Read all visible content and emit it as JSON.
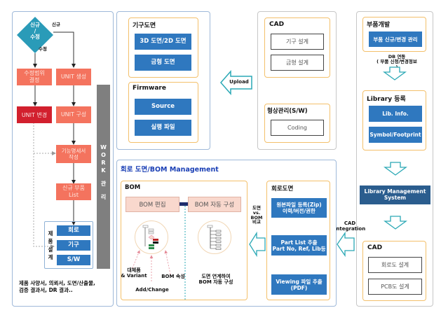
{
  "left_panel": {
    "decision": {
      "line1": "신규",
      "line2": "/",
      "line3": "수정"
    },
    "branch_new_label": "신규",
    "branch_edit_label": "수정",
    "steps": {
      "edit_scope": "수정범위 결정",
      "unit_change": "UNIT 변경",
      "unit_create": "UNIT 생성",
      "unit_config": "UNIT 구성",
      "spec_doc": "기능명세서 작성",
      "new_parts": "신규 부품 List"
    },
    "product_design": {
      "label": [
        "제",
        "품",
        "설",
        "계"
      ],
      "items": [
        "회로",
        "기구",
        "S/W"
      ]
    },
    "work_bar": [
      "W",
      "O",
      "R",
      "K",
      "관",
      "리"
    ],
    "footer": [
      "제품 사양서, 의뢰서, 도면/산출물,",
      "검증 결과서, DR 결과.."
    ]
  },
  "drawings_panel": {
    "mech": {
      "title": "기구도면",
      "items": [
        "3D 도면/2D 도면",
        "금형 도면"
      ]
    },
    "firmware": {
      "title": "Firmware",
      "items": [
        "Source",
        "실행 파일"
      ]
    }
  },
  "upload_arrow": {
    "label": "Upload"
  },
  "cad_panel": {
    "cad": {
      "title": "CAD",
      "items": [
        "기구 설계",
        "금형 설계"
      ]
    },
    "config": {
      "title": "형상관리(S/W)",
      "items": [
        "Coding"
      ]
    }
  },
  "right_panel": {
    "parts_dev": {
      "title": "부품개발",
      "items": [
        "부품 신규/변경 관리"
      ]
    },
    "db_link": [
      "DB 연동",
      "( 부품 신청/변경정보",
      ")"
    ],
    "library": {
      "title": "Library 등록",
      "items": [
        "Lib. Info.",
        "Symbol/Footprint"
      ]
    },
    "lms": [
      "Library Management",
      "System"
    ],
    "cad": {
      "title": "CAD",
      "items": [
        "회로도 설계",
        "PCB도 설계"
      ]
    }
  },
  "cad_integration": [
    "CAD",
    "Integration"
  ],
  "bom_mgmt": {
    "title": "회로 도면/BOM Management",
    "bom": {
      "title": "BOM",
      "edit": "BOM 편집",
      "auto": "BOM 자동 구성",
      "labels": {
        "variant": [
          "대체품",
          "& Variant"
        ],
        "add_change": "Add/Change",
        "attr": "BOM 속성",
        "auto_desc": [
          "도면 연계하여",
          "BOM 자동 구성"
        ]
      }
    },
    "compare": [
      "도면",
      "vs.",
      "BOM",
      "비교"
    ],
    "schematic": {
      "title": "회로도면",
      "items": [
        [
          "원본파일 등록(Zip)",
          "이력/버전/권한"
        ],
        [
          "Part List 추출",
          "Part No, Ref, Lib등"
        ],
        [
          "Viewing 파일 추출",
          "(PDF)"
        ]
      ]
    }
  },
  "colors": {
    "blue_button": "#2f78bf",
    "salmon": "#f4735e",
    "red": "#d2202e",
    "teal": "#2aa8b5",
    "work_bar": "#7f7f7f",
    "lms": "#2b5d8e",
    "title_blue": "#1a3fb5"
  }
}
